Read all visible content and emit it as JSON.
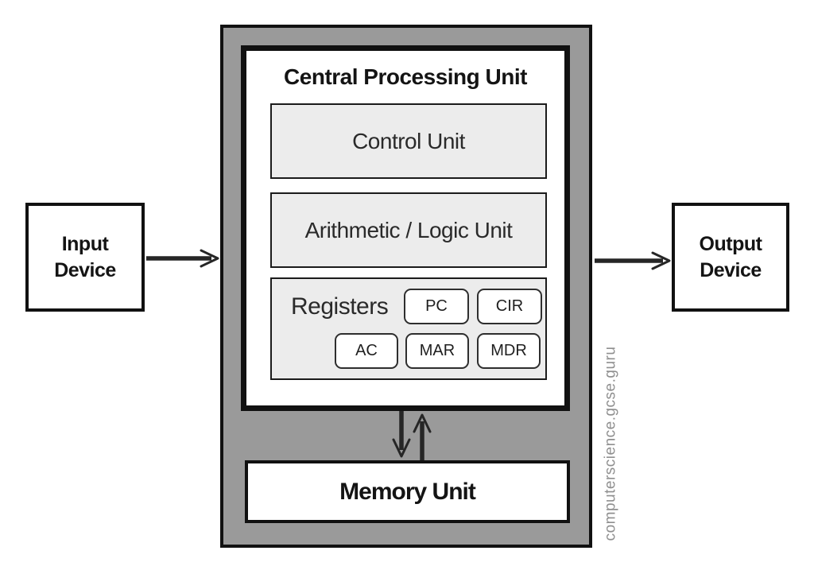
{
  "diagram": {
    "cpu": {
      "title": "Central Processing Unit",
      "control_unit_label": "Control Unit",
      "alu_label": "Arithmetic / Logic Unit",
      "registers_label": "Registers",
      "registers": [
        "PC",
        "CIR",
        "AC",
        "MAR",
        "MDR"
      ]
    },
    "memory_unit_label": "Memory Unit",
    "input_device_label": "Input Device",
    "output_device_label": "Output Device",
    "watermark": "computerscience.gcse.guru",
    "colors": {
      "frame_fill": "#9a9a9a",
      "panel_fill": "#ececec",
      "line": "#111111",
      "watermark_text": "#8f8f8f"
    }
  }
}
